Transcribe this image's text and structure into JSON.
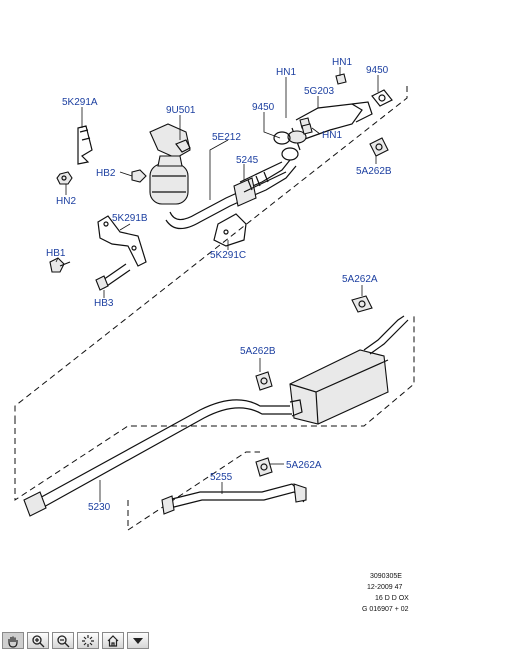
{
  "labels": {
    "hn1_a": "HN1",
    "c9450_a": "9450",
    "c5k291a": "5K291A",
    "c9u501": "9U501",
    "c5g203": "5G203",
    "c9450_b": "9450",
    "hn1_b": "HN1",
    "c5e212": "5E212",
    "c5245": "5245",
    "hb2": "HB2",
    "c5a262b_a": "5A262B",
    "hn2": "HN2",
    "c5k291b": "5K291B",
    "c5k291c": "5K291C",
    "hb1": "HB1",
    "hb3": "HB3",
    "c5a262a_a": "5A262A",
    "c5a262b_b": "5A262B",
    "c5a262a_b": "5A262A",
    "c5255": "5255",
    "c5230": "5230"
  },
  "reference": {
    "line1": "3090305E",
    "line2": "12-2009 47",
    "line3": "16 D D OX",
    "line4": "G 016907 + 02"
  },
  "toolbar": {
    "buttons": [
      {
        "icon": "pan-hand-icon"
      },
      {
        "icon": "zoom-in-icon"
      },
      {
        "icon": "zoom-out-icon"
      },
      {
        "icon": "pointer-icon"
      },
      {
        "icon": "home-icon"
      },
      {
        "icon": "dropdown-arrow-icon"
      }
    ]
  }
}
